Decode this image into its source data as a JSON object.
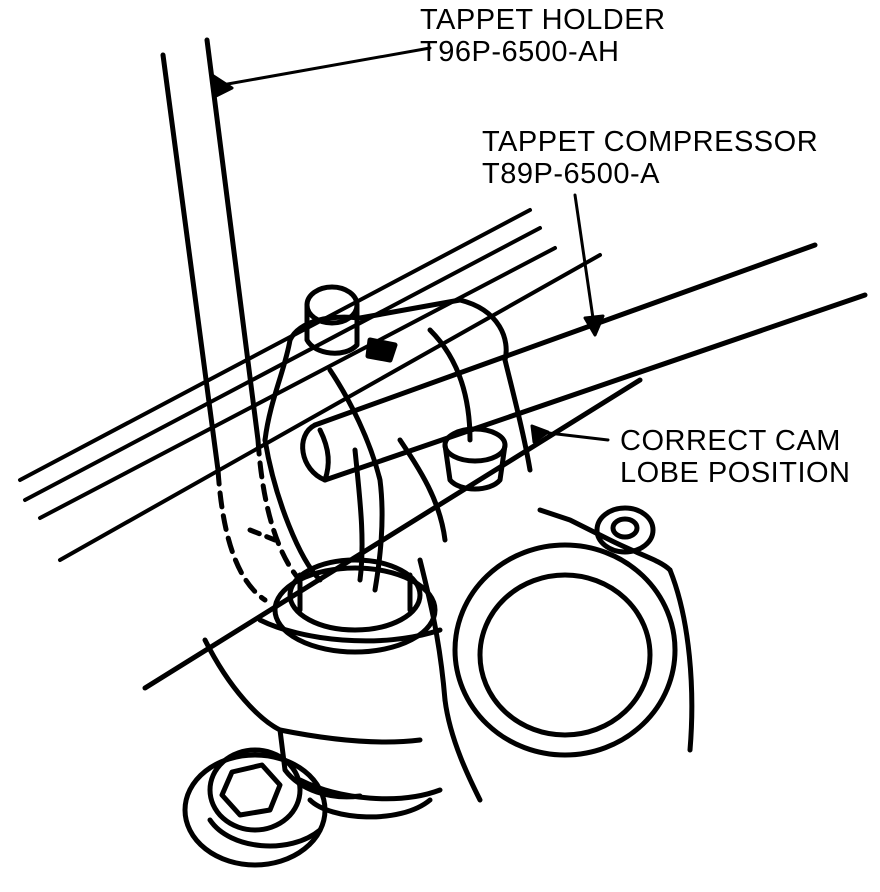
{
  "labels": {
    "tappet_holder": {
      "line1": "TAPPET HOLDER",
      "line2": "T96P-6500-AH"
    },
    "tappet_compressor": {
      "line1": "TAPPET COMPRESSOR",
      "line2": "T89P-6500-A"
    },
    "cam_lobe": {
      "line1": "CORRECT CAM",
      "line2": "LOBE POSITION"
    }
  },
  "colors": {
    "ink": "#000000",
    "paper": "#ffffff"
  }
}
